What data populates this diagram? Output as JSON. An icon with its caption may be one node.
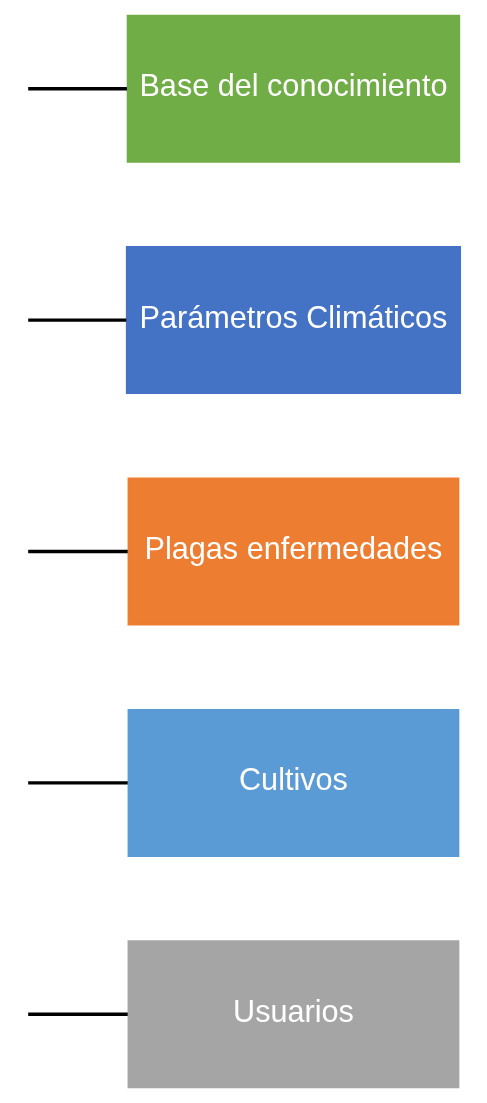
{
  "diagram": {
    "nodes": [
      {
        "text": [
          "Usuarios"
        ]
      },
      {
        "text": [
          "Cultivos"
        ]
      },
      {
        "text": [
          "Plagas enfermedades"
        ]
      },
      {
        "text": [
          "Parámetros Climáticos"
        ]
      },
      {
        "text": [
          "Base del conocimiento"
        ]
      }
    ],
    "edges": [
      {
        "from": null,
        "to": 0,
        "arrow": "none"
      },
      {
        "from": null,
        "to": 1,
        "arrow": "none"
      },
      {
        "from": null,
        "to": 2,
        "arrow": "none"
      },
      {
        "from": null,
        "to": 3,
        "arrow": "none"
      },
      {
        "from": null,
        "to": 4,
        "arrow": "none"
      }
    ]
  }
}
